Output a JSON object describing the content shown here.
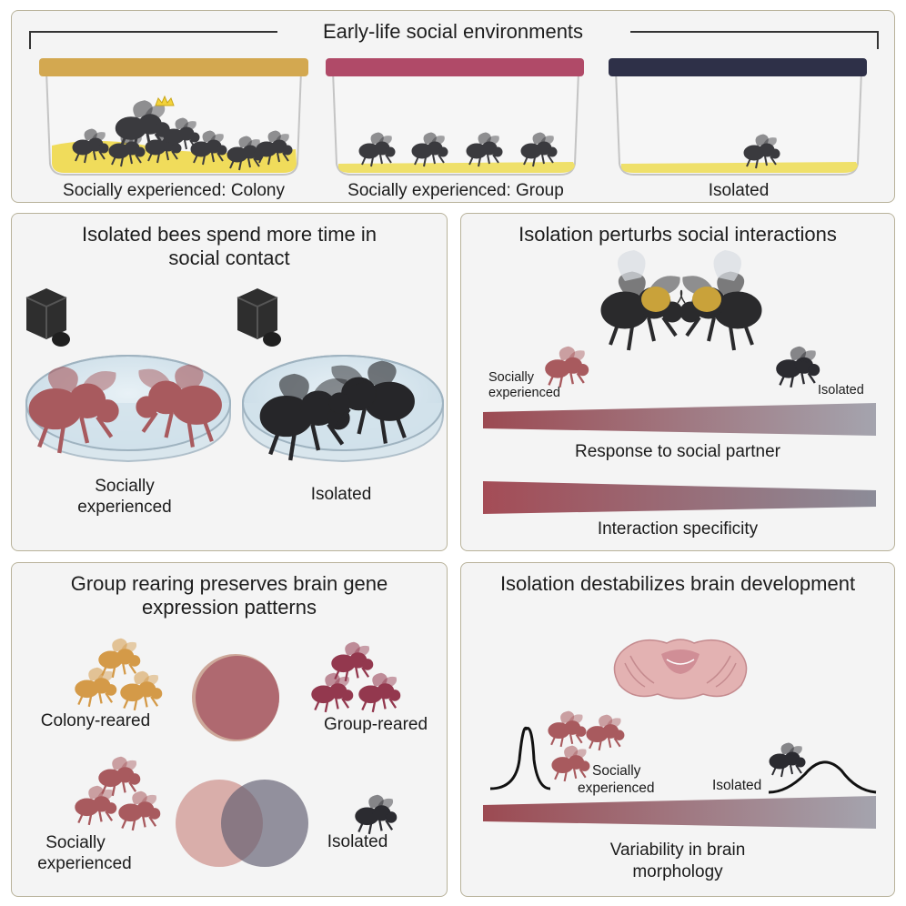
{
  "top": {
    "title": "Early-life social environments",
    "labels": [
      "Socially experienced: Colony",
      "Socially experienced: Group",
      "Isolated"
    ],
    "lid_colors": [
      "#d3a850",
      "#b04a68",
      "#2e3048"
    ]
  },
  "time_panel": {
    "title_line1": "Isolated bees spend more time in",
    "title_line2": "social contact",
    "label_social_line1": "Socially",
    "label_social_line2": "experienced",
    "label_isolated": "Isolated"
  },
  "interaction_panel": {
    "title": "Isolation perturbs social interactions",
    "label_social_line1": "Socially",
    "label_social_line2": "experienced",
    "label_isolated": "Isolated",
    "bar1_label": "Response to social partner",
    "bar2_label": "Interaction specificity"
  },
  "gene_panel": {
    "title_line1": "Group rearing preserves brain gene",
    "title_line2": "expression patterns",
    "label_colony": "Colony-reared",
    "label_group": "Group-reared",
    "label_social_line1": "Socially",
    "label_social_line2": "experienced",
    "label_isolated": "Isolated"
  },
  "brain_panel": {
    "title": "Isolation destabilizes brain development",
    "label_social_line1": "Socially",
    "label_social_line2": "experienced",
    "label_isolated": "Isolated",
    "bar_label_line1": "Variability in brain",
    "bar_label_line2": "morphology"
  },
  "colors": {
    "social": "#a85a5e",
    "colony": "#d49a48",
    "group": "#93384e",
    "isolated": "#2b2b30",
    "bar_start": "#9c4a52",
    "bar_end": "#9a9aa6"
  }
}
